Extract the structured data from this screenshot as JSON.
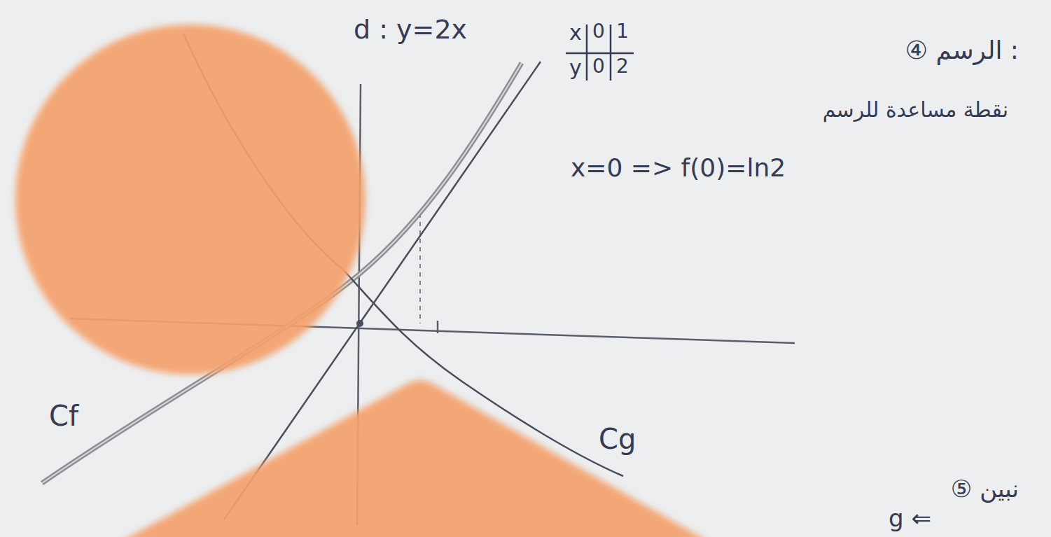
{
  "diagram": {
    "labels": [
      "d : y=2x",
      "x",
      "0",
      "1",
      "y",
      "0",
      "2",
      "④ الرسم :",
      "نقطة مساعدة للرسم",
      "x=0 => f(0)=ln2",
      "Cf",
      "Cg",
      "⑤ نبين",
      "g ⇐"
    ]
  }
}
